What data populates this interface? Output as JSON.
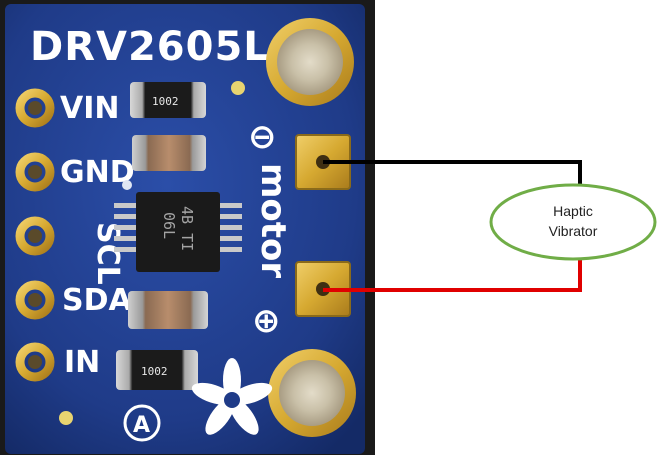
{
  "board": {
    "title": "DRV2605L",
    "pins": [
      "VIN",
      "GND",
      "SCL",
      "SDA",
      "IN"
    ],
    "resistor_top": "1002",
    "resistor_bottom": "1002",
    "chip_lines": [
      "4B TI",
      "06L"
    ],
    "motor_label": "motor",
    "minus_symbol": "⊖",
    "plus_symbol": "⊕",
    "logo_letter": "A"
  },
  "callout": {
    "line1": "Haptic",
    "line2": "Vibrator"
  },
  "colors": {
    "pcb": "#203c8a",
    "gold": "#d6a931",
    "wire_black": "#000000",
    "wire_red": "#e00000",
    "bubble_border": "#70ad47"
  }
}
